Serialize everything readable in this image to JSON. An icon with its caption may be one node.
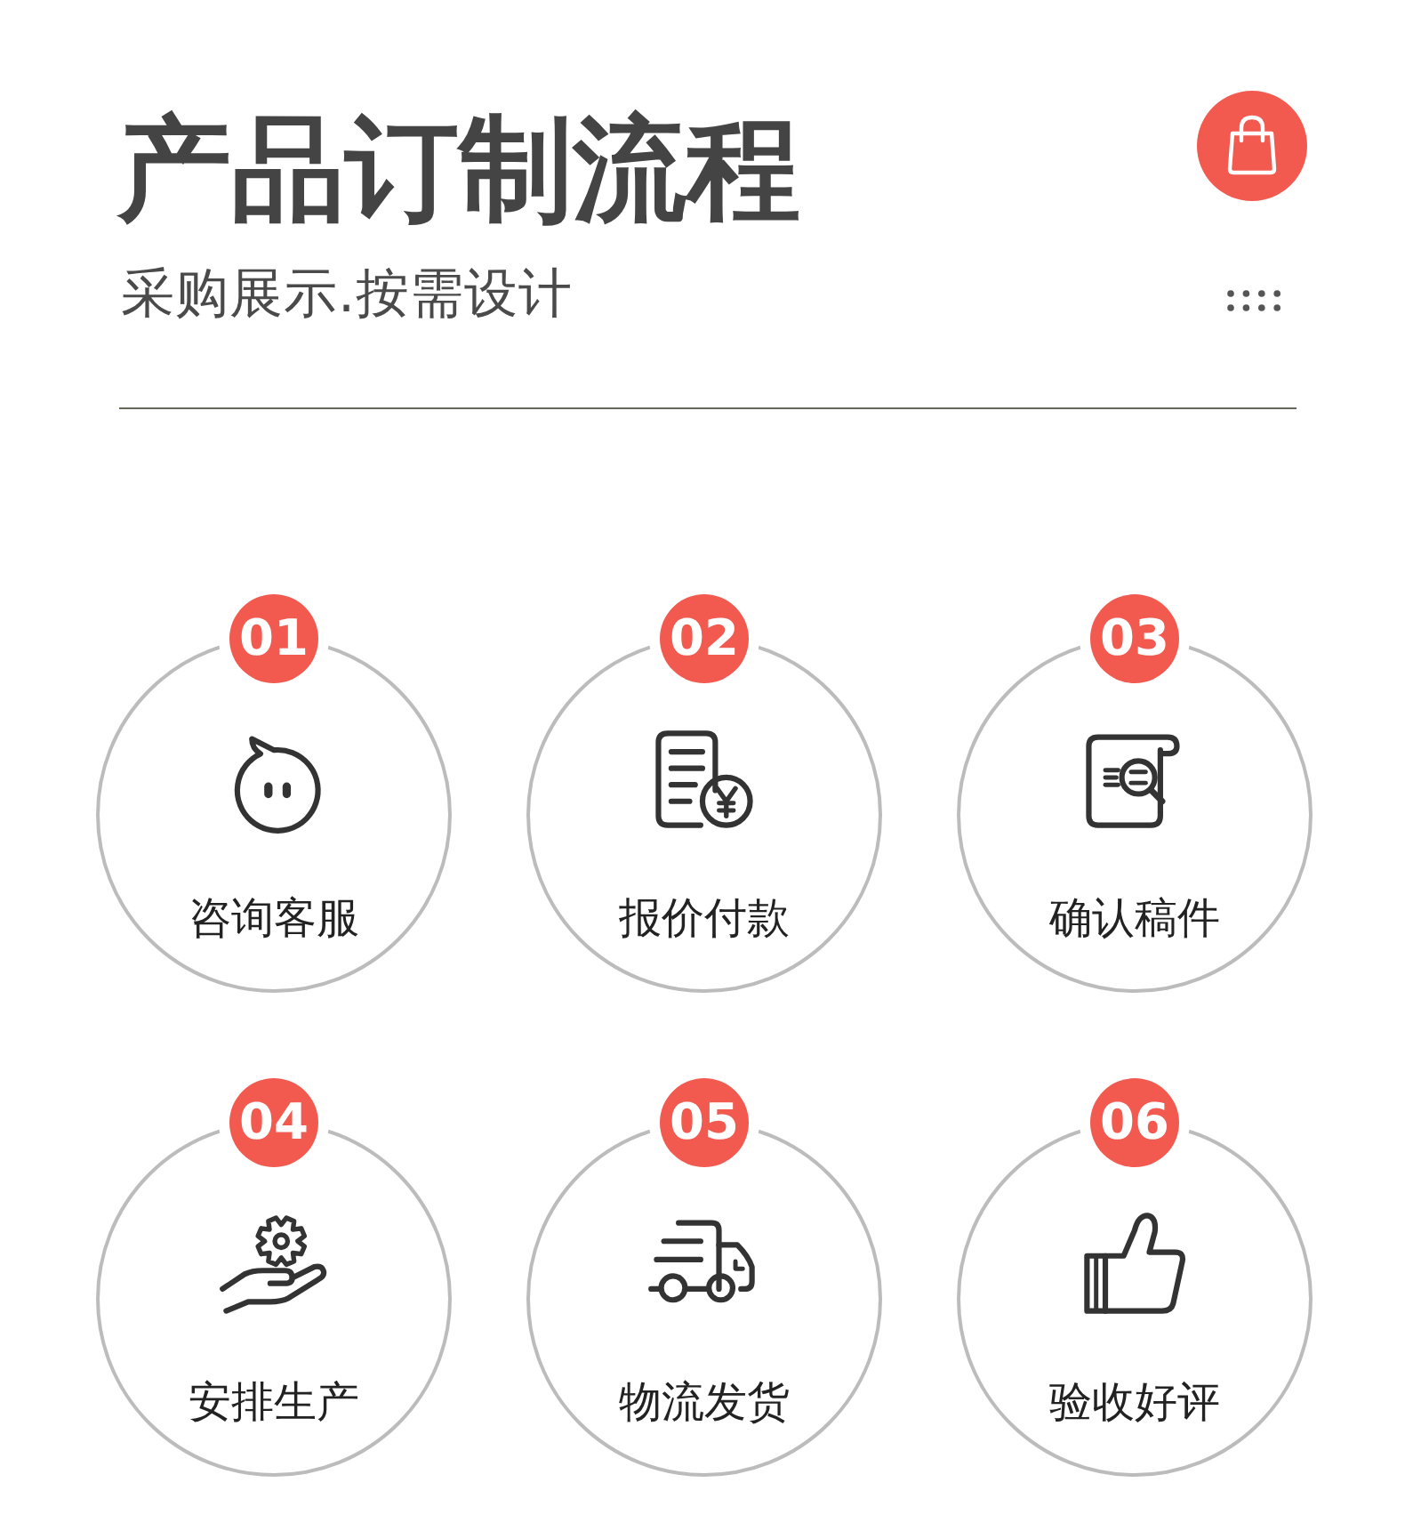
{
  "diagram": {
    "title": "产品订制流程",
    "nodes": [
      {
        "text": [
          "01",
          "咨询客服"
        ]
      },
      {
        "text": [
          "02",
          "报价付款"
        ]
      },
      {
        "text": [
          "03",
          "确认稿件"
        ]
      },
      {
        "text": [
          "04",
          "安排生产"
        ]
      },
      {
        "text": [
          "05",
          "物流发货"
        ]
      },
      {
        "text": [
          "06",
          "验收好评"
        ]
      }
    ],
    "labels": [
      "采购展示.按需设计"
    ]
  }
}
